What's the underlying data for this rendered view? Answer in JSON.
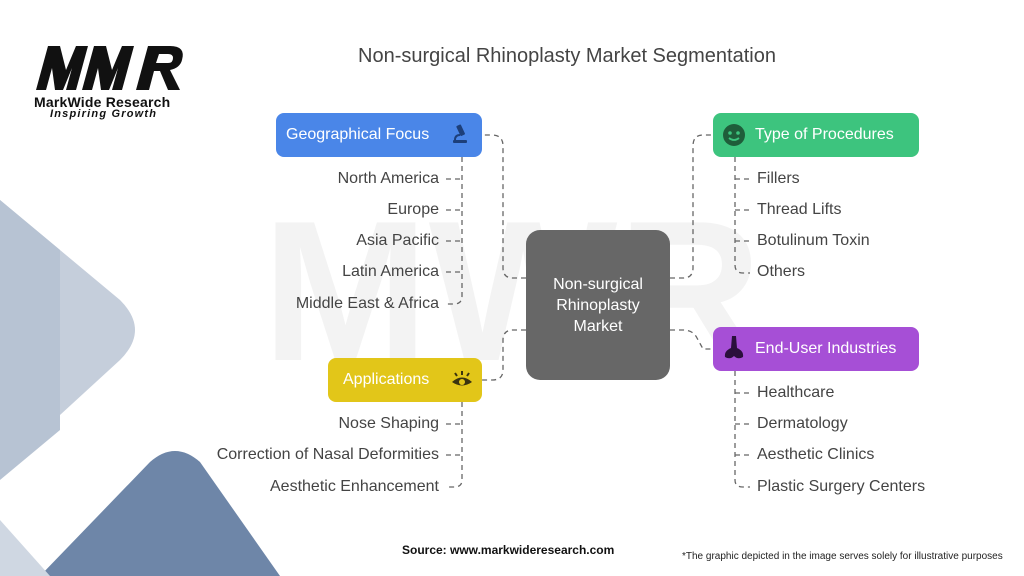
{
  "logo": {
    "name": "MarkWide Research",
    "tagline": "Inspiring Growth"
  },
  "title": "Non-surgical Rhinoplasty Market Segmentation",
  "center": "Non-surgical Rhinoplasty Market",
  "categories": {
    "geographical_focus": {
      "label": "Geographical Focus",
      "icon": "microscope-icon",
      "color": "#4a86e8",
      "items": [
        "North America",
        "Europe",
        "Asia Pacific",
        "Latin America",
        "Middle East & Africa"
      ]
    },
    "applications": {
      "label": "Applications",
      "icon": "eye-icon",
      "color": "#e2c619",
      "items": [
        "Nose Shaping",
        "Correction of Nasal Deformities",
        "Aesthetic Enhancement"
      ]
    },
    "type_of_procedures": {
      "label": "Type of Procedures",
      "icon": "face-icon",
      "color": "#3dc47e",
      "items": [
        "Fillers",
        "Thread Lifts",
        "Botulinum Toxin",
        "Others"
      ]
    },
    "end_user_industries": {
      "label": "End-User Industries",
      "icon": "nose-icon",
      "color": "#a64fd6",
      "items": [
        "Healthcare",
        "Dermatology",
        "Aesthetic Clinics",
        "Plastic Surgery Centers"
      ]
    }
  },
  "footer": {
    "source": "Source: www.markwideresearch.com",
    "disclaimer": "*The graphic depicted in the image serves solely for illustrative purposes"
  }
}
